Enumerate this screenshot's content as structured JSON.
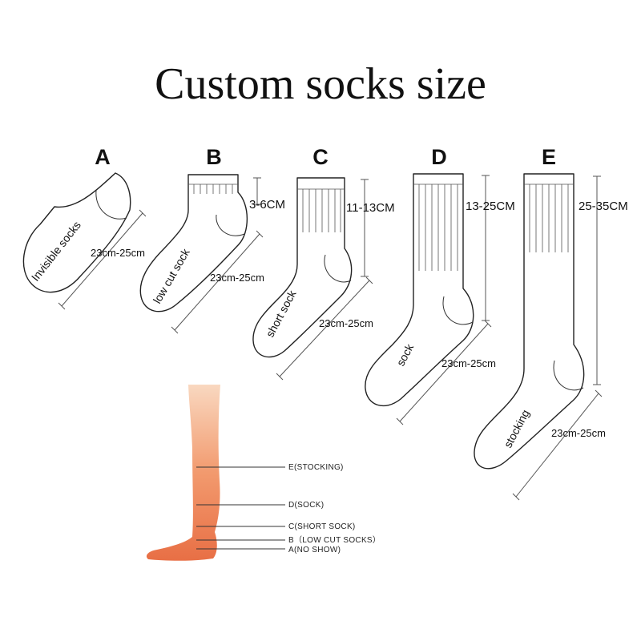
{
  "title": "Custom socks size",
  "socks": [
    {
      "letter": "A",
      "name": "Invisible socks",
      "foot_length": "23cm-25cm"
    },
    {
      "letter": "B",
      "name": "low cut sock",
      "height": "3-6CM",
      "foot_length": "23cm-25cm"
    },
    {
      "letter": "C",
      "name": "short sock",
      "height": "11-13CM",
      "foot_length": "23cm-25cm"
    },
    {
      "letter": "D",
      "name": "sock",
      "height": "13-25CM",
      "foot_length": "23cm-25cm"
    },
    {
      "letter": "E",
      "name": "stocking",
      "height": "25-35CM",
      "foot_length": "23cm-25cm"
    }
  ],
  "leg_legend": [
    "E(STOCKING)",
    "D(SOCK)",
    "C(SHORT SOCK)",
    "B（LOW CUT SOCKS）",
    "A(NO SHOW)"
  ],
  "colors": {
    "skin_light": "#f7c8a8",
    "skin_dark": "#e8784c",
    "outline": "#222222"
  }
}
